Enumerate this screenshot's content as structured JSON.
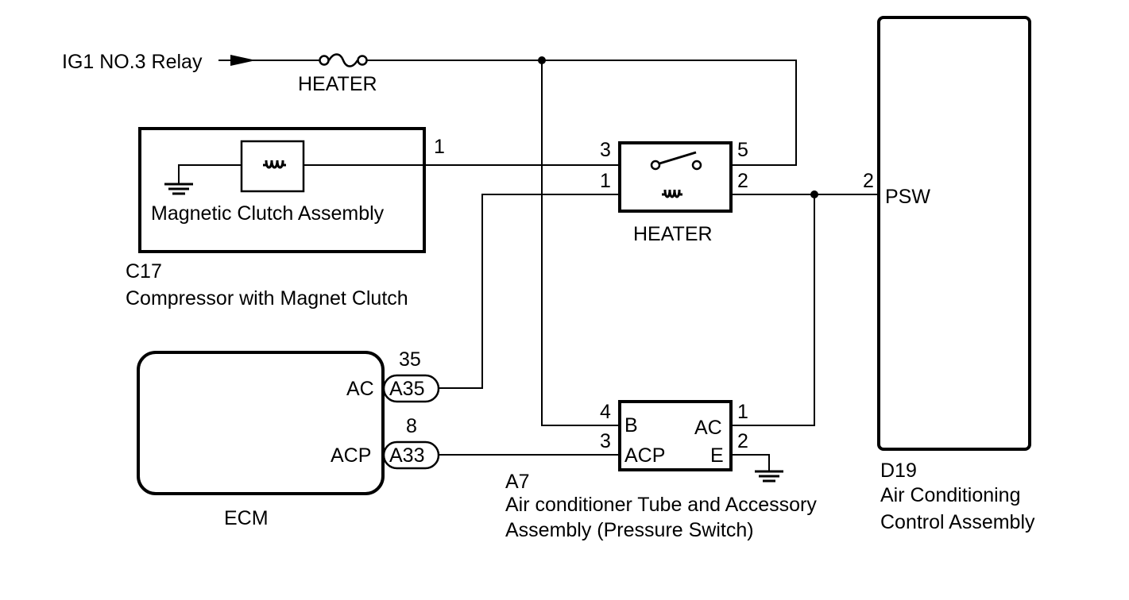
{
  "source": {
    "label": "IG1 NO.3 Relay"
  },
  "fuse": {
    "label": "HEATER"
  },
  "relay": {
    "label": "HEATER",
    "pins": {
      "p3": "3",
      "p5": "5",
      "p1": "1",
      "p2": "2"
    }
  },
  "compressor": {
    "inner_label": "Magnetic Clutch Assembly",
    "pin": "1",
    "code": "C17",
    "name": "Compressor with Magnet Clutch"
  },
  "ecm": {
    "name": "ECM",
    "terminals": [
      {
        "pin": "35",
        "label": "AC",
        "connector": "A35"
      },
      {
        "pin": "8",
        "label": "ACP",
        "connector": "A33"
      }
    ]
  },
  "pressure_switch": {
    "code": "A7",
    "name_line1": "Air conditioner Tube and Accessory",
    "name_line2": "Assembly (Pressure Switch)",
    "pins": [
      {
        "pin": "4",
        "label": "B"
      },
      {
        "pin": "3",
        "label": "ACP"
      },
      {
        "pin": "1",
        "label": "AC"
      },
      {
        "pin": "2",
        "label": "E"
      }
    ]
  },
  "ac_control": {
    "code": "D19",
    "name_line1": "Air Conditioning",
    "name_line2": "Control Assembly",
    "pin": "2",
    "terminal_label": "PSW"
  }
}
